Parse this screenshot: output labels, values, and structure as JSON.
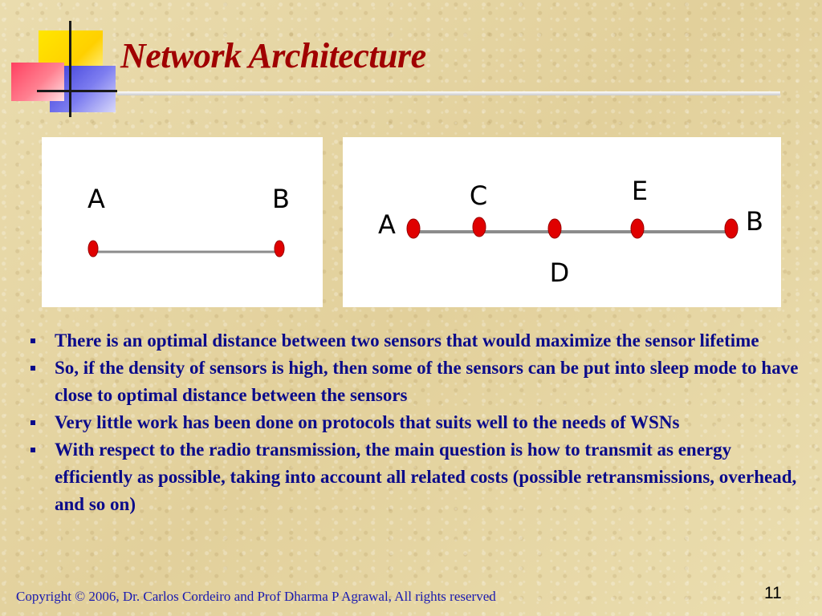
{
  "slide": {
    "title": "Network Architecture",
    "bullets": [
      "There is an optimal distance between two sensors that would maximize the sensor lifetime",
      "So, if the density of sensors is high, then some of the sensors can be put into sleep mode to have close to optimal distance between the sensors",
      "Very little work has been done on protocols that suits well to the needs of WSNs",
      "With respect to the radio transmission, the main question is how to transmit as energy efficiently as possible, taking into account all related costs (possible retransmissions, overhead, and so on)"
    ],
    "footer": "Copyright © 2006, Dr. Carlos Cordeiro and Prof  Dharma P  Agrawal,  All rights reserved",
    "page_number": "11"
  },
  "diagram_left": {
    "labels": {
      "a": "A",
      "b": "B"
    }
  },
  "diagram_right": {
    "labels": {
      "a": "A",
      "b": "B",
      "c": "C",
      "d": "D",
      "e": "E"
    }
  },
  "colors": {
    "title": "#a00000",
    "body_text": "#0b0b8a",
    "node_fill": "#e00000",
    "link_line": "#8c8c8c"
  }
}
